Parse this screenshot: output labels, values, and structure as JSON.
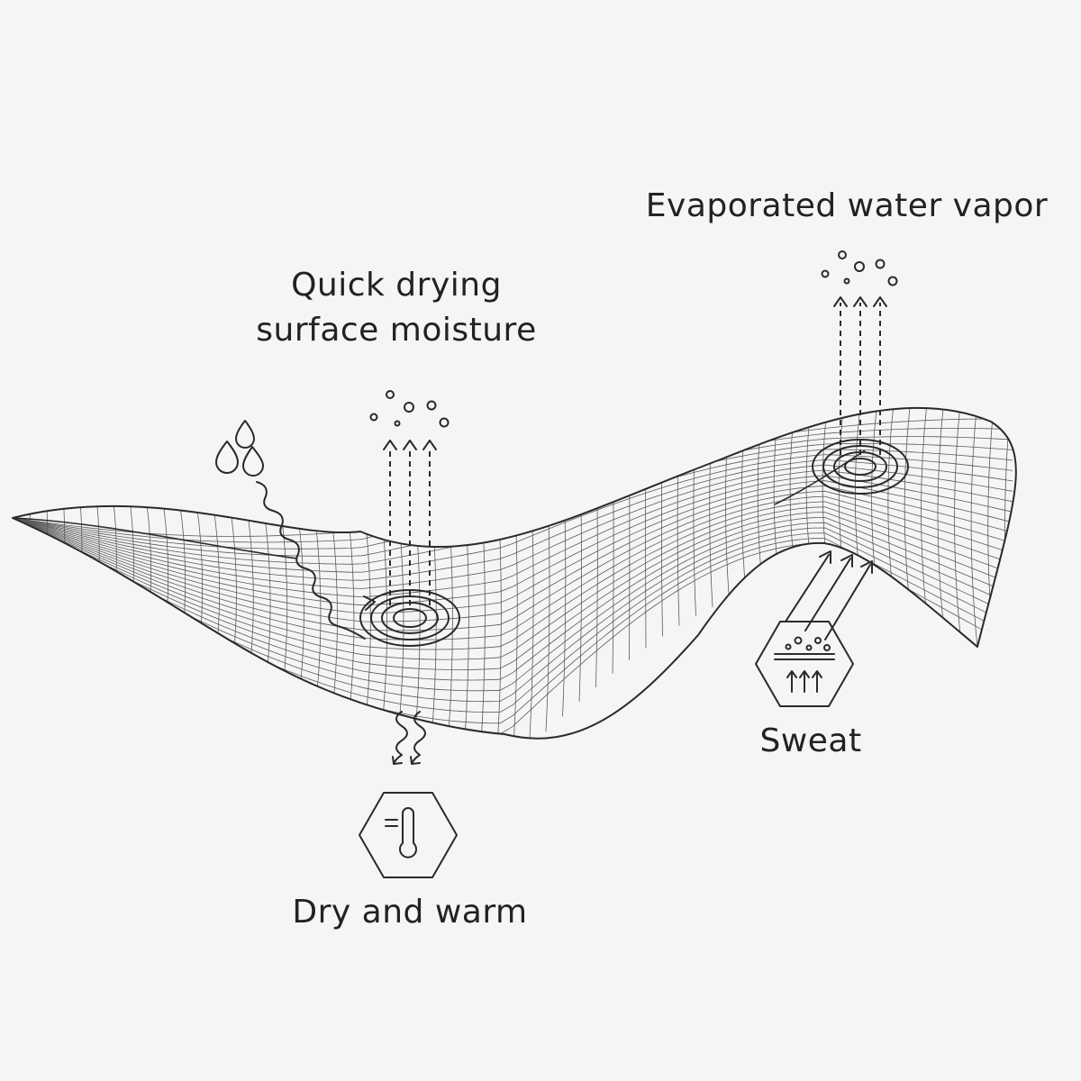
{
  "labels": {
    "evaporated": "Evaporated water vapor",
    "quick_line1": "Quick drying",
    "quick_line2": "surface moisture",
    "sweat": "Sweat",
    "dry_warm": "Dry and warm"
  },
  "icons": {
    "rain": "raindrops-icon",
    "thermometer": "thermometer-icon",
    "sweat": "sweat-icon"
  },
  "colors": {
    "background": "#f5f5f5",
    "line": "#2a2a2a",
    "text": "#222222"
  }
}
